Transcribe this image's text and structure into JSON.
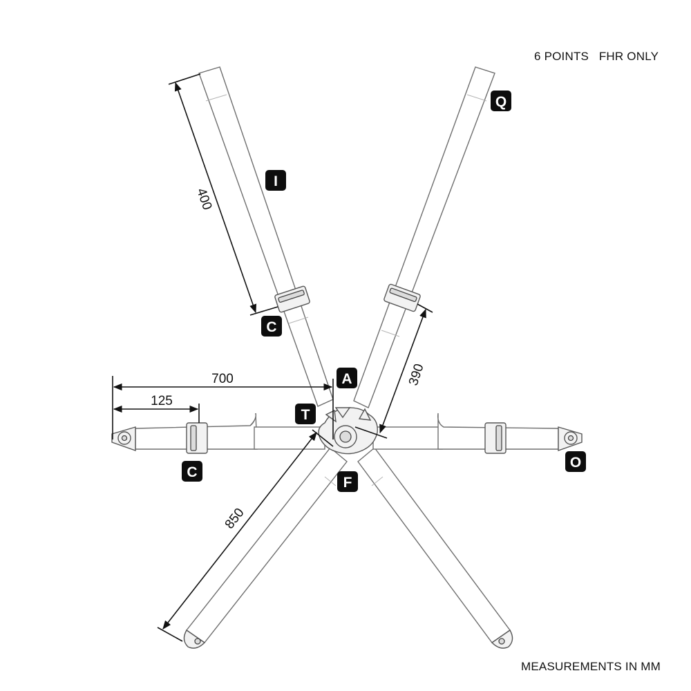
{
  "header": {
    "top_right": "6 POINTS   FHR ONLY"
  },
  "footer": {
    "bottom_right": "MEASUREMENTS IN MM"
  },
  "dimensions": {
    "shoulder_length": "400",
    "lap_total": "700",
    "lap_adjuster": "125",
    "shoulder_right": "390",
    "crotch_length": "850"
  },
  "labels": {
    "I": "I",
    "Q": "Q",
    "C_upper": "C",
    "A": "A",
    "T": "T",
    "C_lower": "C",
    "O": "O",
    "F": "F"
  }
}
